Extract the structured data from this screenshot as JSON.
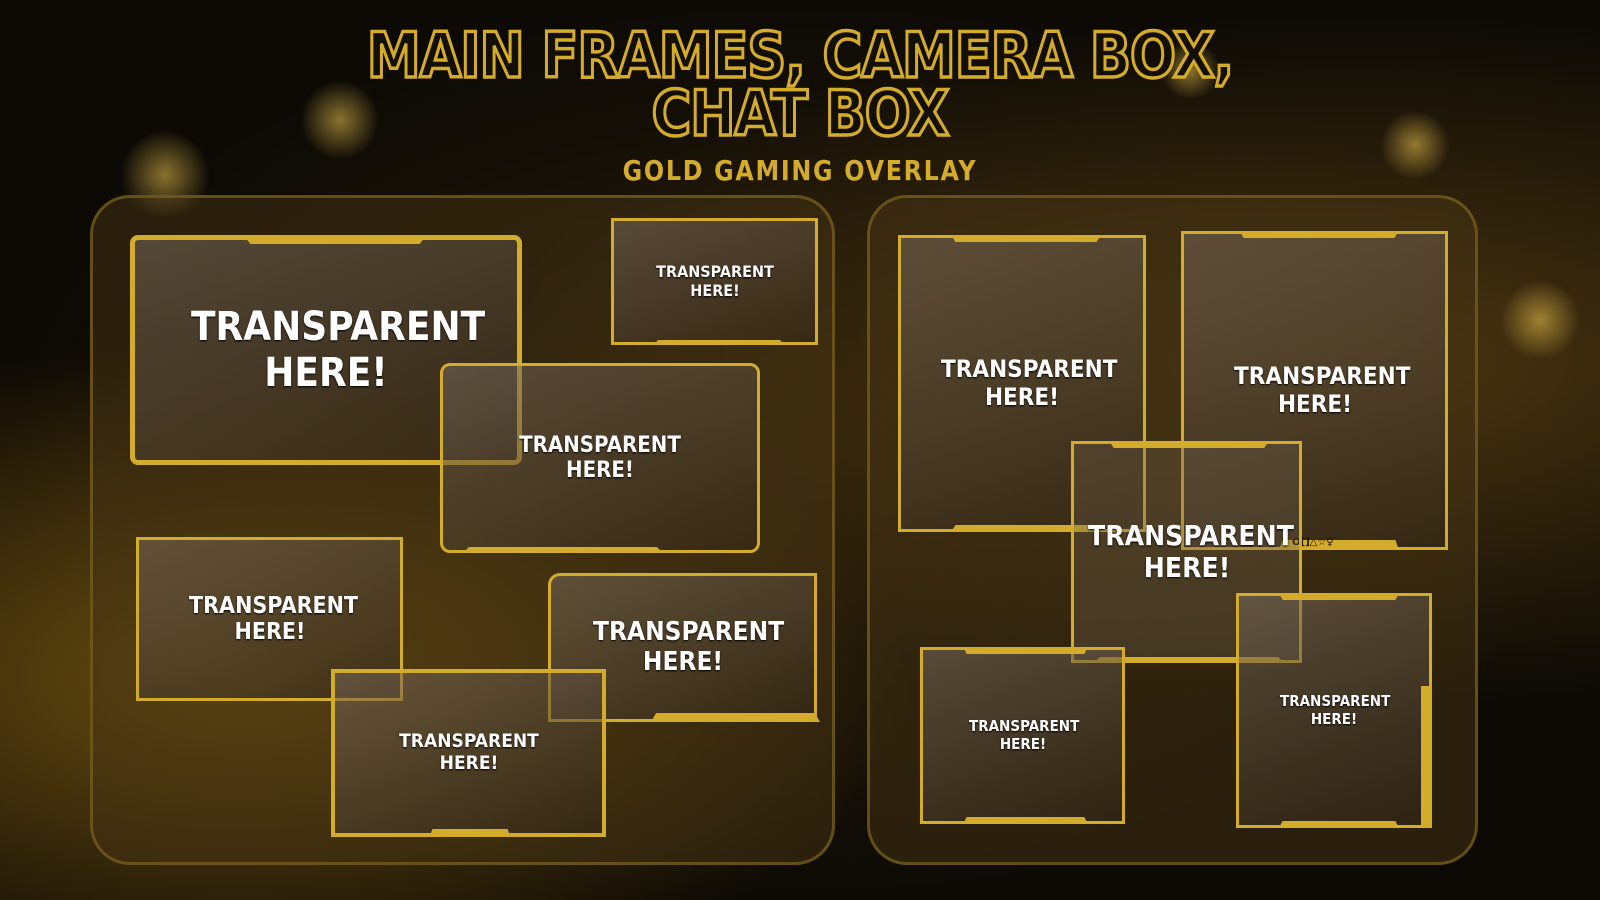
{
  "header": {
    "title_line1": "MAIN FRAMES, CAMERA BOX,",
    "title_line2": "CHAT BOX",
    "subtitle": "GOLD GAMING OVERLAY"
  },
  "colors": {
    "gold": "#d4ac2b",
    "background": "#0d0a05"
  },
  "left_panel": {
    "frames": [
      {
        "label": "TRANSPARENT HERE!"
      },
      {
        "label": "TRANSPARENT HERE!"
      },
      {
        "label": "TRANSPARENT HERE!"
      },
      {
        "label": "TRANSPARENT HERE!"
      },
      {
        "label": "TRANSPARENT HERE!"
      },
      {
        "label": "TRANSPARENT HERE!"
      }
    ]
  },
  "right_panel": {
    "frames": [
      {
        "label": "TRANSPARENT HERE!"
      },
      {
        "label": "TRANSPARENT HERE!",
        "glyphs": "O[]△☆♀"
      },
      {
        "label": "TRANSPARENT HERE!"
      },
      {
        "label": "TRANSPARENT HERE!"
      },
      {
        "label": "TRANSPARENT HERE!"
      }
    ]
  }
}
